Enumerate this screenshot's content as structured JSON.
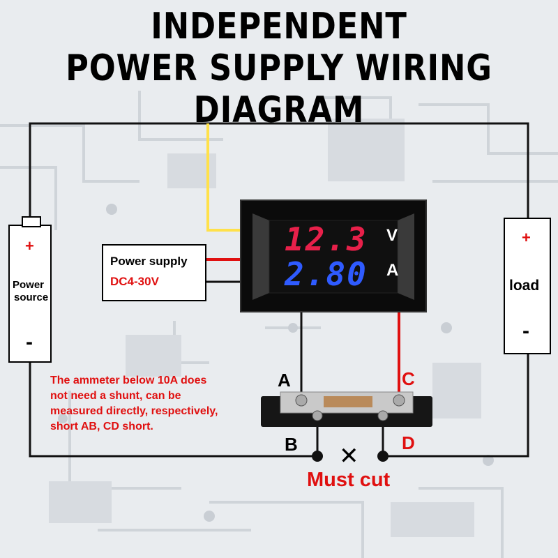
{
  "title": {
    "line1": "INDEPENDENT",
    "line2": "POWER SUPPLY WIRING DIAGRAM"
  },
  "power_source": {
    "plus": "+",
    "label_line1": "Power",
    "label_line2": "source",
    "minus": "-"
  },
  "load": {
    "plus": "+",
    "label": "load",
    "minus": "-"
  },
  "power_supply": {
    "label": "Power supply",
    "range": "DC4-30V"
  },
  "meter": {
    "voltage_reading": "12.3",
    "voltage_unit": "V",
    "current_reading": "2.80",
    "current_unit": "A"
  },
  "terminals": {
    "a": "A",
    "b": "B",
    "c": "C",
    "d": "D"
  },
  "note": {
    "line1": "The ammeter below 10A does",
    "line2": "not need a shunt, can be",
    "line3": "measured directly, respectively,",
    "line4": "short AB, CD short."
  },
  "cut": {
    "symbol": "✕",
    "label": "Must cut"
  },
  "colors": {
    "red_wire": "#e01010",
    "yellow_wire": "#ffe14a",
    "black_wire": "#111111",
    "voltage_digits": "#e8204a",
    "current_digits": "#2f5bff"
  }
}
